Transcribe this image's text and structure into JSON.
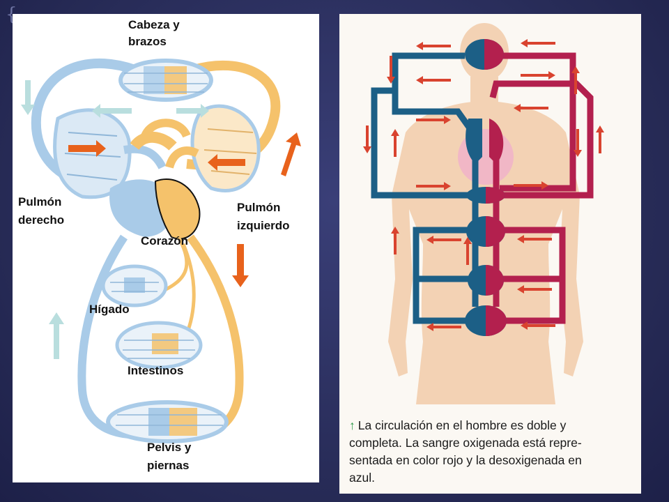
{
  "left_diagram": {
    "labels": {
      "head_arms_line1": "Cabeza y",
      "head_arms_line2": "brazos",
      "right_lung_line1": "Pulmón",
      "right_lung_line2": "derecho",
      "left_lung_line1": "Pulmón",
      "left_lung_line2": "izquierdo",
      "heart": "Corazón",
      "liver": "Hígado",
      "intestines": "Intestinos",
      "pelvis_legs_line1": "Pelvis y",
      "pelvis_legs_line2": "piernas"
    },
    "colors": {
      "deoxygenated": "#a9cbe8",
      "oxygenated": "#f5c26b",
      "arrow_orange": "#e8621c",
      "arrow_blue": "#b9dede"
    }
  },
  "right_diagram": {
    "caption": {
      "marker": "↑",
      "line1": "La circulación en el hombre es doble y",
      "line2": "completa. La sangre oxigenada está repre-",
      "line3": "sentada en color rojo y la desoxigenada en",
      "line4": "azul."
    },
    "colors": {
      "oxygenated": "#b3204e",
      "deoxygenated": "#1c5f86",
      "arrow_red": "#d9432f",
      "skin": "#f3d2b4"
    }
  }
}
